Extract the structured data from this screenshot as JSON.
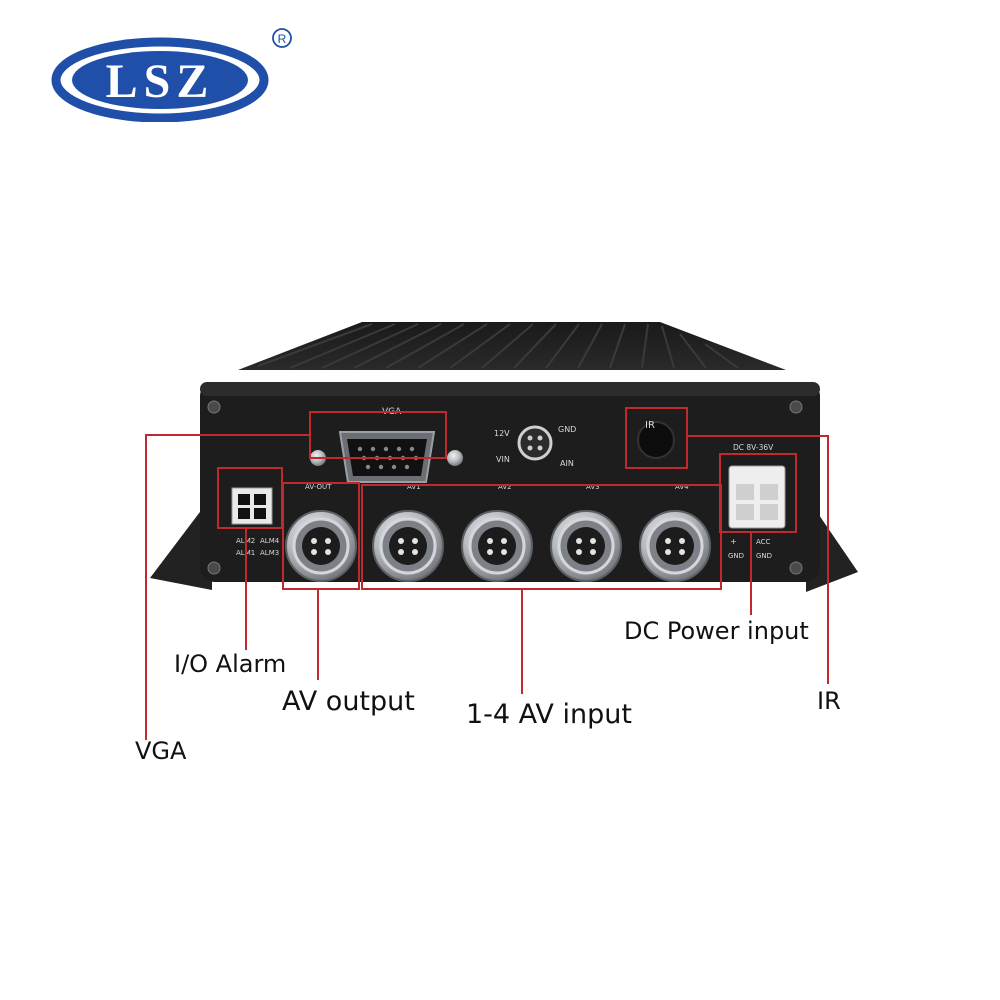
{
  "logo": {
    "text": "LSZ",
    "registered_mark": "®",
    "colors": {
      "ring": "#1f4fa8",
      "fill": "#1f4fa8",
      "text": "#ffffff"
    }
  },
  "device": {
    "panel_labels": {
      "vga": "VGA",
      "power_12v": "12V",
      "gnd_top": "GND",
      "vin": "VIN",
      "ain": "AIN",
      "ir": "IR",
      "dc_range": "DC 8V-36V",
      "av_out": "AV-OUT",
      "av1": "AV1",
      "av2": "AV2",
      "av3": "AV3",
      "av4": "AV4",
      "alm2": "ALM2",
      "alm4": "ALM4",
      "alm1": "ALM1",
      "alm3": "ALM3",
      "plus": "+",
      "gnd_left": "GND",
      "acc": "ACC",
      "gnd_right": "GND"
    }
  },
  "callouts": {
    "io_alarm": "I/O Alarm",
    "av_output": "AV output",
    "av_input": "1-4 AV input",
    "dc_power": "DC Power input",
    "ir": "IR",
    "vga": "VGA"
  },
  "colors": {
    "callout_line": "#c0292e",
    "device_body": "#1e1e1e",
    "fins": "#2c2c2c",
    "connector_metal": "#b9bdc2"
  }
}
